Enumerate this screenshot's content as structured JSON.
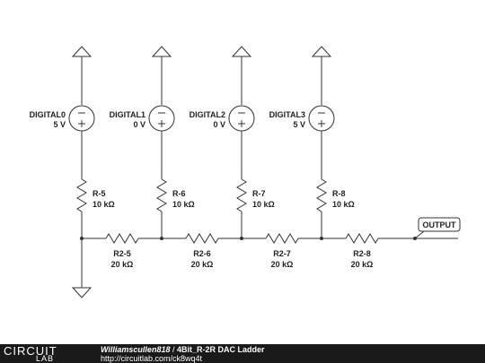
{
  "sources": [
    {
      "name": "DIGITAL0",
      "voltage": "5 V"
    },
    {
      "name": "DIGITAL1",
      "voltage": "0 V"
    },
    {
      "name": "DIGITAL2",
      "voltage": "0 V"
    },
    {
      "name": "DIGITAL3",
      "voltage": "5 V"
    }
  ],
  "vertical_resistors": [
    {
      "name": "R-5",
      "value": "10 kΩ"
    },
    {
      "name": "R-6",
      "value": "10 kΩ"
    },
    {
      "name": "R-7",
      "value": "10 kΩ"
    },
    {
      "name": "R-8",
      "value": "10 kΩ"
    }
  ],
  "horizontal_resistors": [
    {
      "name": "R2-5",
      "value": "20 kΩ"
    },
    {
      "name": "R2-6",
      "value": "20 kΩ"
    },
    {
      "name": "R2-7",
      "value": "20 kΩ"
    },
    {
      "name": "R2-8",
      "value": "20 kΩ"
    }
  ],
  "output_label": "OUTPUT",
  "footer": {
    "logo_top": "CIRCUIT",
    "logo_bottom": "LAB",
    "author": "Williamscullen818",
    "separator": "/",
    "title": "4Bit_R-2R DAC Ladder",
    "url": "http://circuitlab.com/ck8wq4t"
  }
}
